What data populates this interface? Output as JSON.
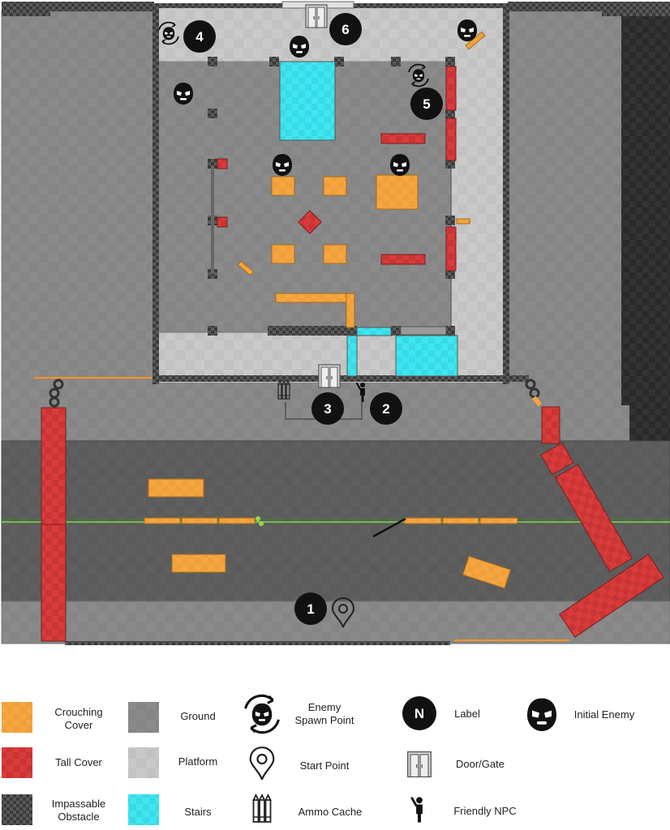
{
  "markers": [
    {
      "id": "label-1",
      "text": "1"
    },
    {
      "id": "label-2",
      "text": "2"
    },
    {
      "id": "label-3",
      "text": "3"
    },
    {
      "id": "label-4",
      "text": "4"
    },
    {
      "id": "label-5",
      "text": "5"
    },
    {
      "id": "label-6",
      "text": "6"
    }
  ],
  "legend": {
    "crouching_cover_line1": "Crouching",
    "crouching_cover_line2": "Cover",
    "tall_cover": "Tall Cover",
    "impassable_line1": "Impassable",
    "impassable_line2": "Obstacle",
    "ground": "Ground",
    "platform": "Platform",
    "stairs": "Stairs",
    "enemy_spawn_line1": "Enemy",
    "enemy_spawn_line2": "Spawn Point",
    "start_point": "Start Point",
    "ammo_cache": "Ammo Cache",
    "label": "Label",
    "label_symbol": "N",
    "door_gate": "Door/Gate",
    "friendly_npc": "Friendly NPC",
    "initial_enemy": "Initial Enemy"
  },
  "colors": {
    "crouching_cover": "#f5a640",
    "tall_cover": "#d93b3b",
    "impassable": "#4a4a4a",
    "ground": "#8a8a8a",
    "platform": "#c8c8c8",
    "stairs": "#3fe6f0",
    "road": "#5f5f5f"
  }
}
